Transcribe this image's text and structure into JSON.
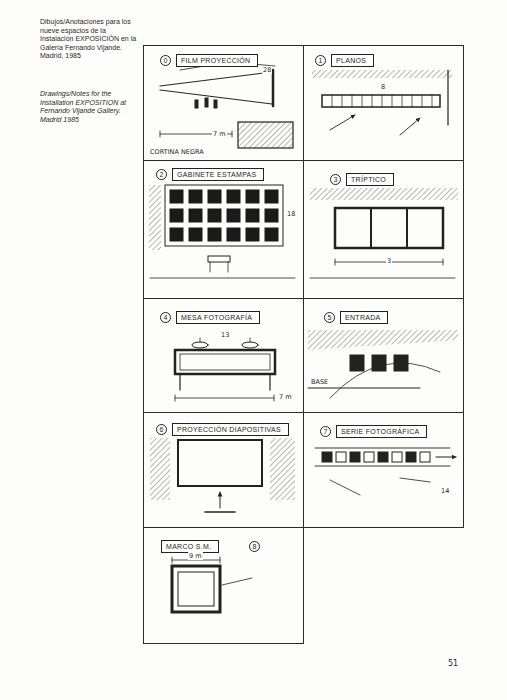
{
  "diagram": {
    "caption": "Dibujos/Anotaciones para los nueve espacios de la Instalación EXPOSICIÓN en la Galería Fernando Vijande. Madrid, 1985",
    "nodes": [
      {
        "text": [
          "0"
        ]
      },
      {
        "text": [
          "FILM PROYECCIÓN"
        ],
        "in": 0
      },
      {
        "text": [
          "1"
        ]
      },
      {
        "text": [
          "PLANOS"
        ],
        "in": 2
      },
      {
        "text": [
          "2"
        ]
      },
      {
        "text": [
          "GABINETE ESTAMPAS"
        ],
        "in": 4
      },
      {
        "text": [
          "3"
        ]
      },
      {
        "text": [
          "TRÍPTICO"
        ],
        "in": 6
      },
      {
        "text": [
          "4"
        ]
      },
      {
        "text": [
          "MESA FOTOGRAFÍA"
        ],
        "in": 8
      },
      {
        "text": [
          "5"
        ]
      },
      {
        "text": [
          "ENTRADA"
        ],
        "in": 10
      },
      {
        "text": [
          "6"
        ]
      },
      {
        "text": [
          "PROYECCIÓN DIAPOSITIVAS"
        ],
        "in": 12
      },
      {
        "text": [
          "7"
        ]
      },
      {
        "text": [
          "SERIE FOTOGRÁFICA"
        ],
        "in": 14
      },
      {
        "text": [
          "8"
        ]
      },
      {
        "text": [
          "MARCO S.M."
        ],
        "in": 16
      }
    ],
    "labels": [
      "Drawings/Notes for the Installation EXPOSITION at Fernando Vijande Gallery. Madrid 1985",
      "51",
      "28",
      "7 m",
      "CORTINA NEGRA",
      "8",
      "18",
      "13",
      "7 m",
      "BASE",
      "3",
      "14",
      "9 m"
    ]
  }
}
